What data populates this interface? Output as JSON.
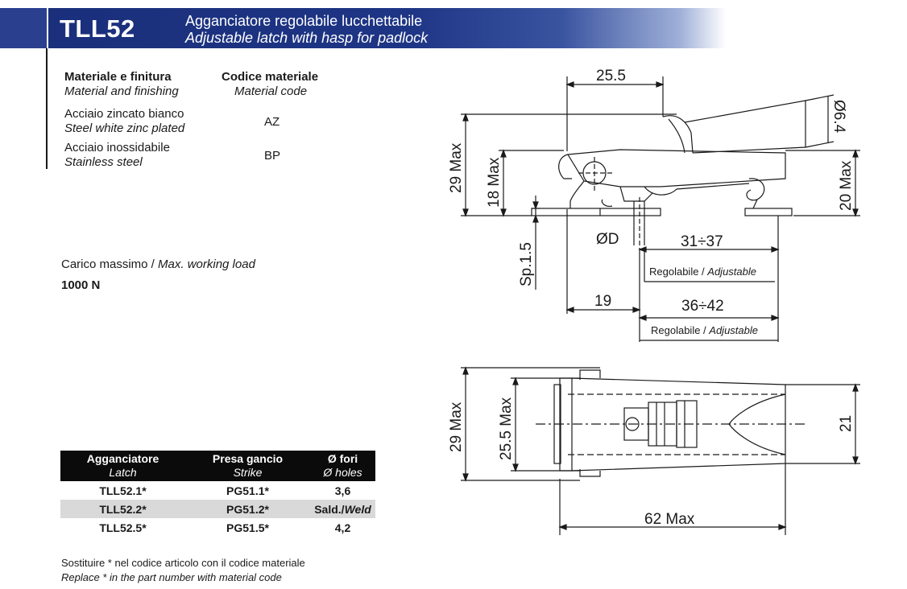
{
  "header": {
    "code": "TLL52",
    "title_it": "Agganciatore regolabile lucchettabile",
    "title_en": "Adjustable latch with hasp for padlock"
  },
  "materials": {
    "col1_it": "Materiale e finitura",
    "col1_en": "Material and finishing",
    "col2_it": "Codice materiale",
    "col2_en": "Material code",
    "rows": [
      {
        "it": "Acciaio zincato bianco",
        "en": "Steel white zinc plated",
        "code": "AZ"
      },
      {
        "it": "Acciaio inossidabile",
        "en": "Stainless steel",
        "code": "BP"
      }
    ]
  },
  "load": {
    "label_it": "Carico massimo / ",
    "label_en": "Max. working load",
    "value": "1000 N"
  },
  "codes_table": {
    "headers": [
      {
        "it": "Agganciatore",
        "en": "Latch"
      },
      {
        "it": "Presa gancio",
        "en": "Strike"
      },
      {
        "it": "Ø fori",
        "en": "Ø holes"
      }
    ],
    "rows": [
      {
        "latch": "TLL52.1*",
        "strike": "PG51.1*",
        "holes": "3,6"
      },
      {
        "latch": "TLL52.2*",
        "strike": "PG51.2*",
        "holes_it": "Sald./",
        "holes_en": "Weld"
      },
      {
        "latch": "TLL52.5*",
        "strike": "PG51.5*",
        "holes": "4,2"
      }
    ]
  },
  "footnote": {
    "it": "Sostituire * nel codice articolo con il codice materiale",
    "en": "Replace * in the part number with material code"
  },
  "drawing": {
    "dim_25_5": "25.5",
    "dim_phi_6_4": "Ø6.4",
    "dim_29_max": "29 Max",
    "dim_18_max": "18 Max",
    "dim_20_max": "20 Max",
    "dim_sp": "Sp.1.5",
    "dim_phi_d": "ØD",
    "dim_31_37": "31÷37",
    "adj_it": "Regolabile / ",
    "adj_en": "Adjustable",
    "dim_19": "19",
    "dim_36_42": "36÷42",
    "dim_29_max_b": "29 Max",
    "dim_25_5_max": "25.5 Max",
    "dim_21": "21",
    "dim_62_max": "62 Max"
  }
}
